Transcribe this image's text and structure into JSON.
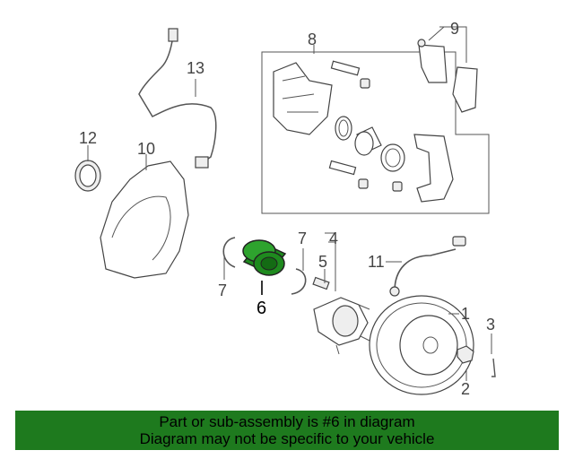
{
  "callouts": {
    "c1": "1",
    "c2": "2",
    "c3": "3",
    "c4": "4",
    "c5": "5",
    "c6": "6",
    "c7a": "7",
    "c7b": "7",
    "c8": "8",
    "c9": "9",
    "c10": "10",
    "c11": "11",
    "c12": "12",
    "c13": "13"
  },
  "highlight": {
    "part": "6",
    "color": "#1e8a1e"
  },
  "banner": {
    "line1": "Part or sub-assembly is #6 in diagram",
    "line2": "Diagram may not be specific to your vehicle",
    "color": "#1e7a1e"
  }
}
